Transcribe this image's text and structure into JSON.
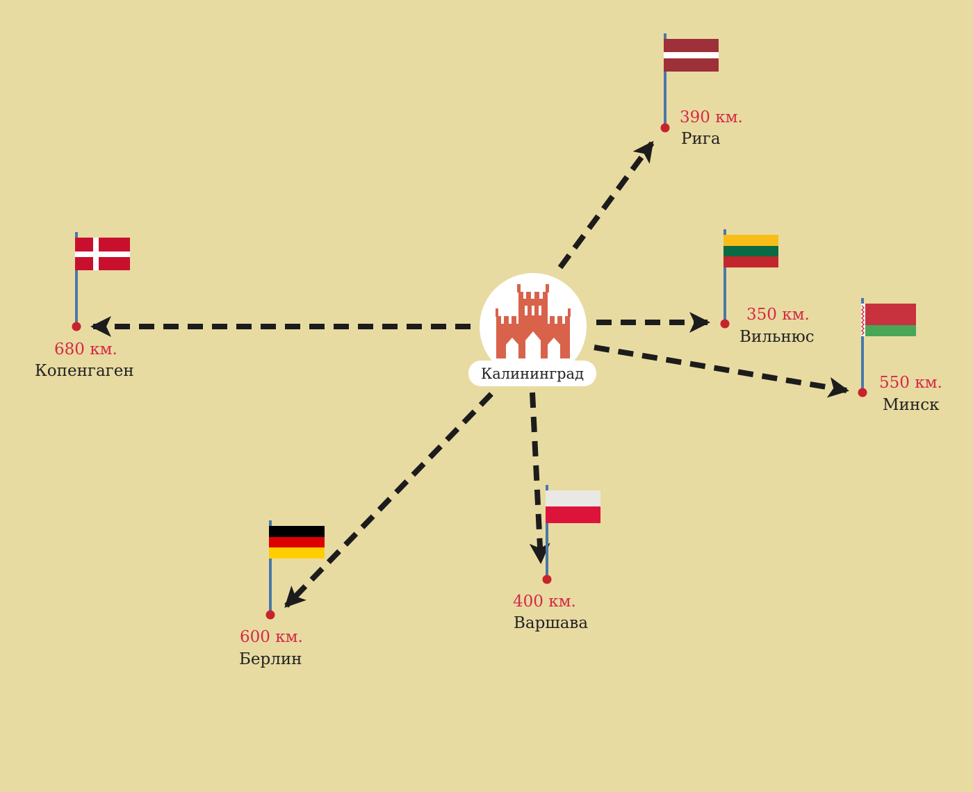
{
  "colors": {
    "background": "#e8dba2",
    "arrow": "#1c1c1c",
    "castle": "#d9624b",
    "pin": "#c8232c",
    "pole": "#4a78a8",
    "distance_text": "#d42a45"
  },
  "center": {
    "label": "Калининград",
    "icon": "castle-icon"
  },
  "destinations": [
    {
      "id": "riga",
      "city": "Рига",
      "distance": "390 км.",
      "flag": "latvia-flag-icon"
    },
    {
      "id": "vilnius",
      "city": "Вильнюс",
      "distance": "350 км.",
      "flag": "lithuania-flag-icon"
    },
    {
      "id": "minsk",
      "city": "Минск",
      "distance": "550 км.",
      "flag": "belarus-flag-icon"
    },
    {
      "id": "copenhagen",
      "city": "Копенгаген",
      "distance": "680 км.",
      "flag": "denmark-flag-icon"
    },
    {
      "id": "berlin",
      "city": "Берлин",
      "distance": "600 км.",
      "flag": "germany-flag-icon"
    },
    {
      "id": "warsaw",
      "city": "Варшава",
      "distance": "400 км.",
      "flag": "poland-flag-icon"
    }
  ]
}
